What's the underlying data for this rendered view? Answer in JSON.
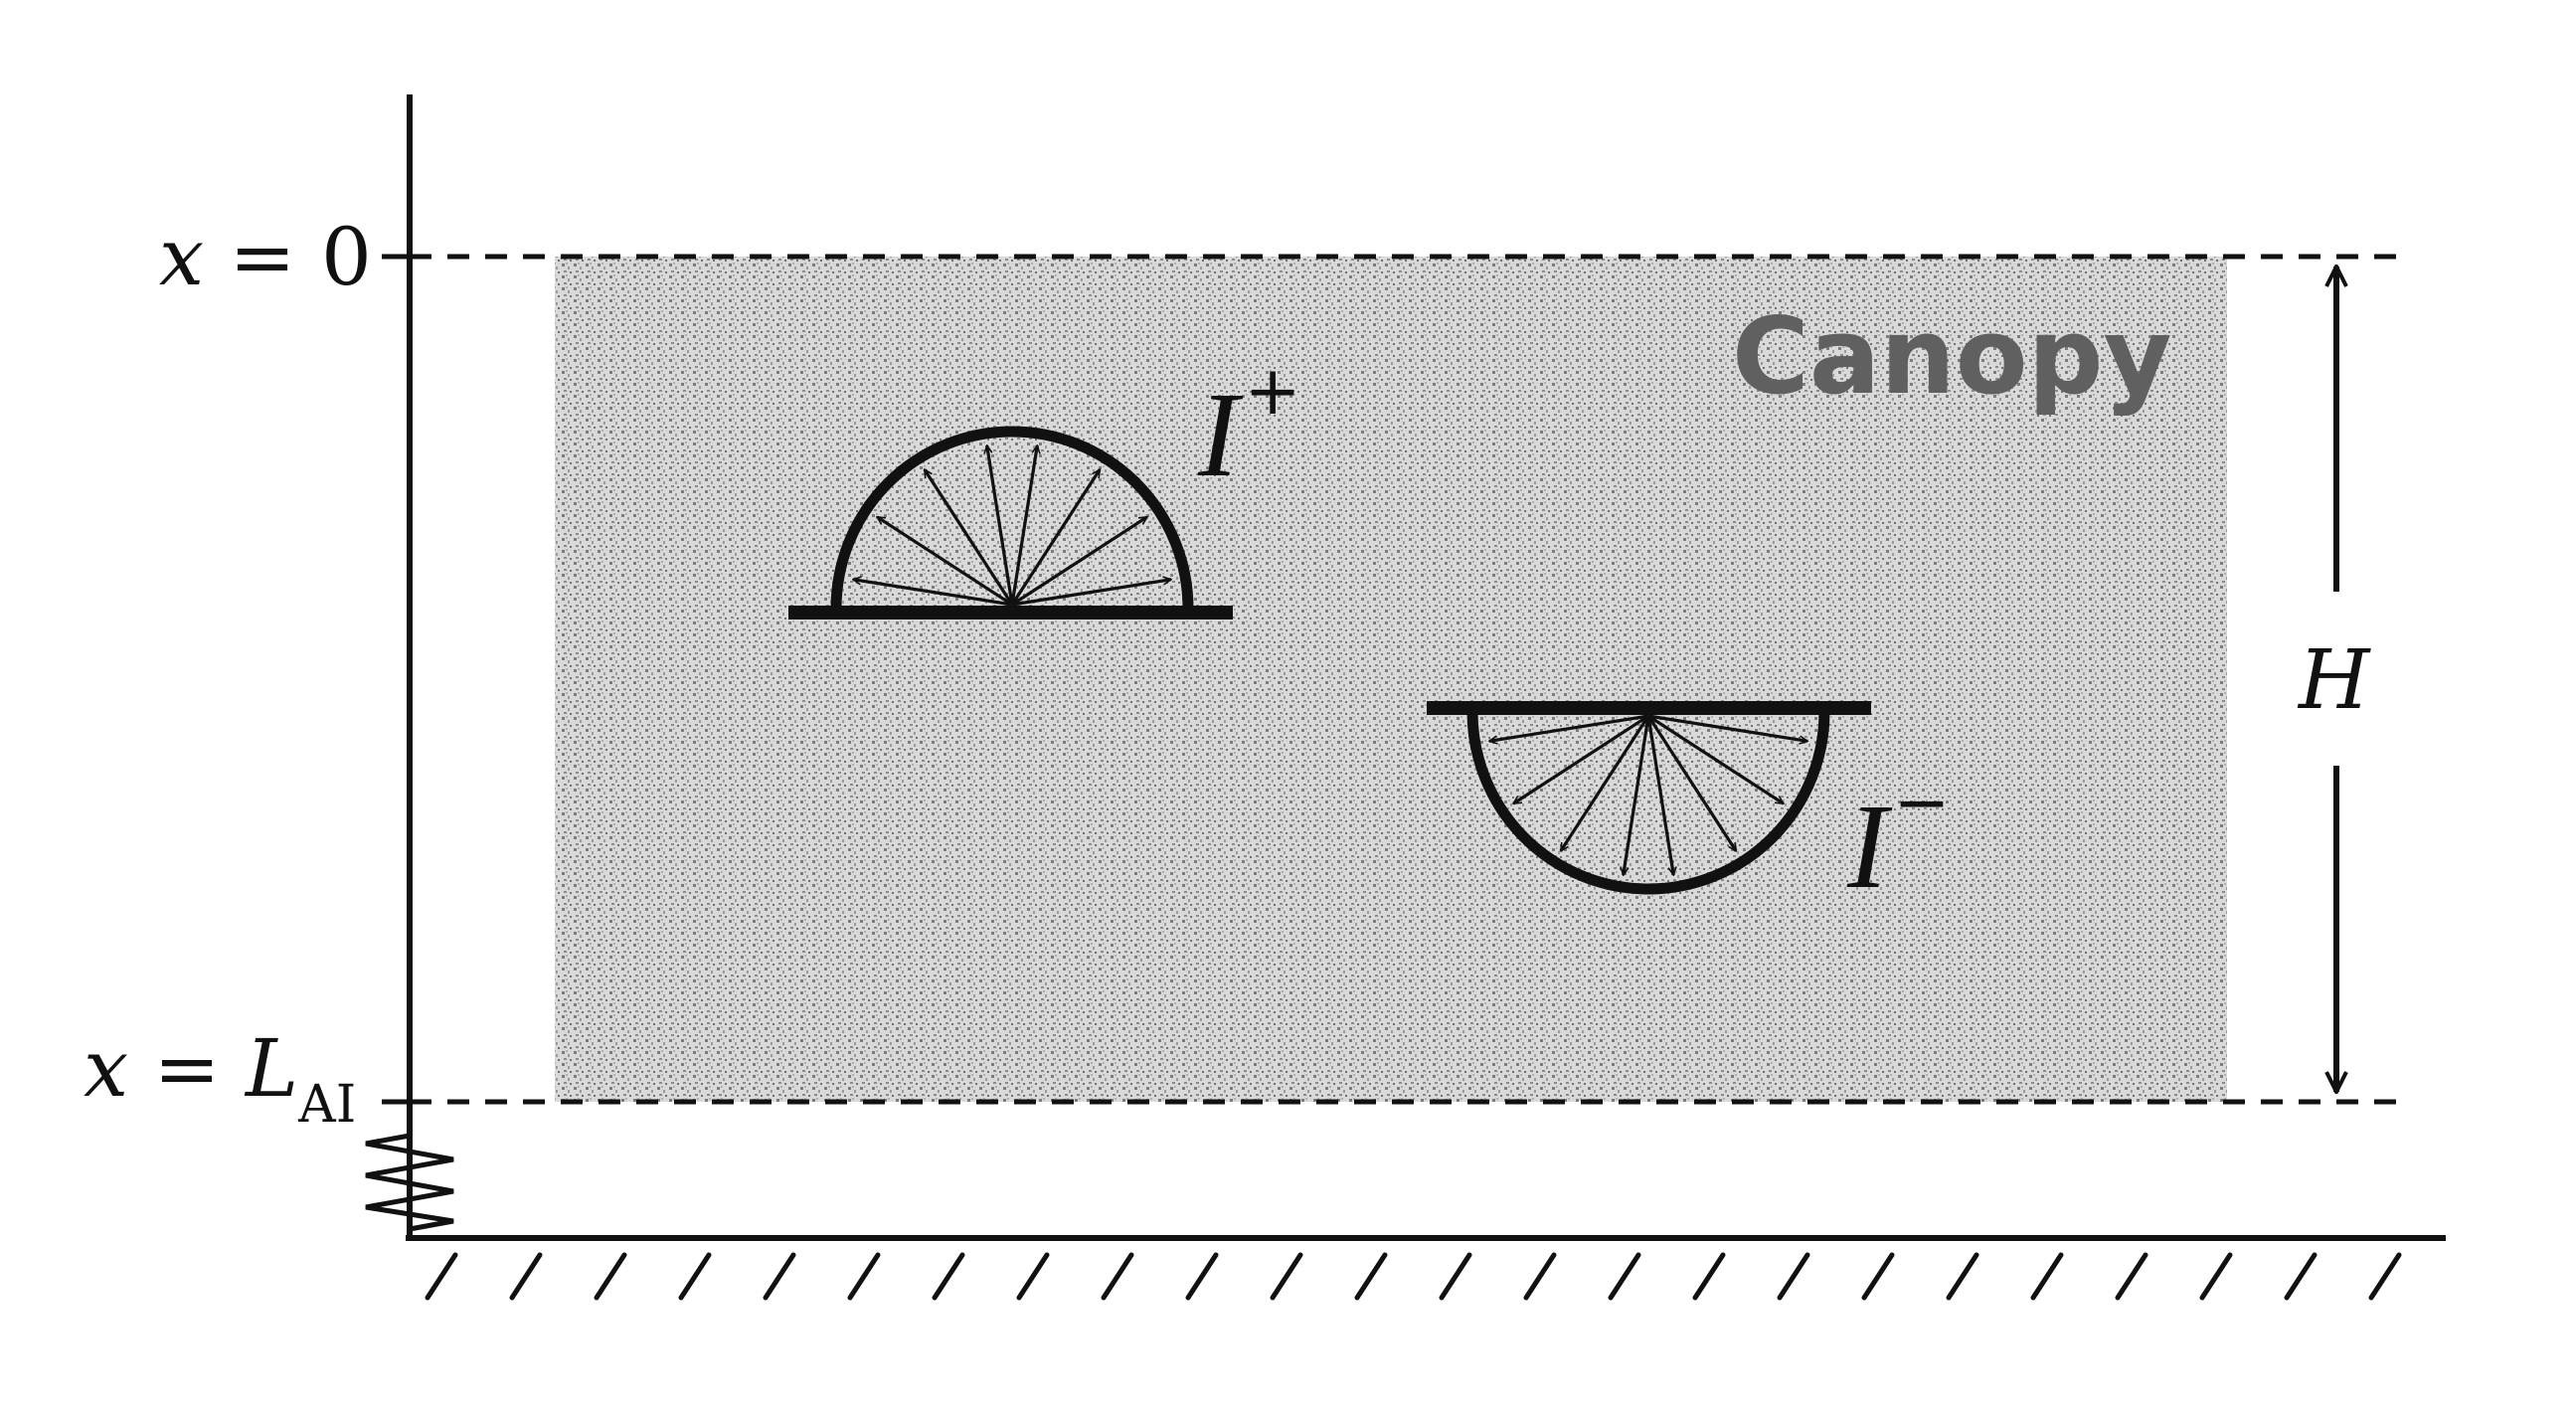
{
  "labels": {
    "x0_var": "x",
    "x0_rest": " = 0",
    "xL_var": "x",
    "xL_eq": " = ",
    "xL_L": "L",
    "xL_sub": "AI",
    "canopy": "Canopy",
    "height": "H",
    "upward_I": "I",
    "upward_sup": "+",
    "downward_I": "I",
    "downward_sup": "−"
  },
  "colors": {
    "ink": "#111111",
    "canopy_text": "#606060",
    "canopy_fill": "#dcdcdc",
    "canopy_dots": "#8a8a8a"
  },
  "icons": {
    "upward_radiation": "hemisphere-up-arrows-icon",
    "downward_radiation": "hemisphere-down-arrows-icon",
    "spring": "spring-icon",
    "ground": "ground-hatch-icon"
  }
}
